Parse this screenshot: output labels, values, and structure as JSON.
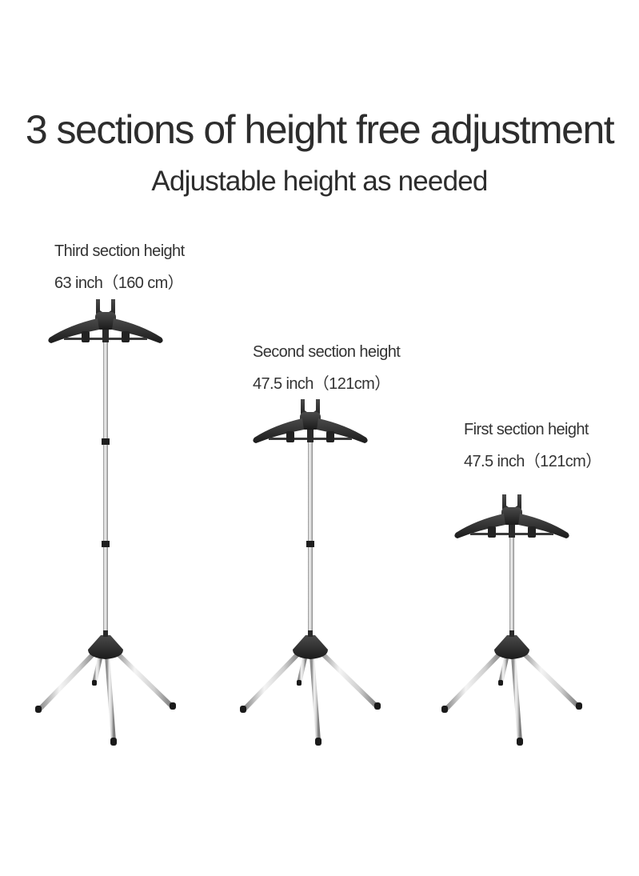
{
  "headline": "3 sections of height free adjustment",
  "subheadline": "Adjustable height as needed",
  "stands": [
    {
      "name": "Third section height",
      "size": "63 inch（160 cm）"
    },
    {
      "name": "Second section height",
      "size": "47.5 inch（121cm）"
    },
    {
      "name": "First section height",
      "size": "47.5 inch（121cm）"
    }
  ],
  "colors": {
    "text": "#2d2d2d",
    "hanger": "#2a2a2a",
    "pole": "#d9d9d9"
  }
}
